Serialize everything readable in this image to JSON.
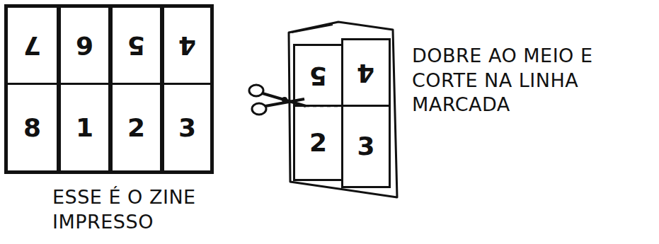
{
  "diagram": {
    "nodes": [
      {
        "text": [
          "7"
        ]
      },
      {
        "text": [
          "6"
        ]
      },
      {
        "text": [
          "5"
        ]
      },
      {
        "text": [
          "4"
        ]
      },
      {
        "text": [
          "8"
        ]
      },
      {
        "text": [
          "1"
        ]
      },
      {
        "text": [
          "2"
        ]
      },
      {
        "text": [
          "3"
        ]
      },
      {
        "text": [
          "5"
        ]
      },
      {
        "text": [
          "4"
        ]
      },
      {
        "text": [
          "2"
        ]
      },
      {
        "text": [
          "3"
        ]
      }
    ],
    "labels": [
      "DOBRE AO MEIO E CORTE NA LINHA MARCADA",
      "ESSE É O ZINE IMPRESSO"
    ]
  }
}
